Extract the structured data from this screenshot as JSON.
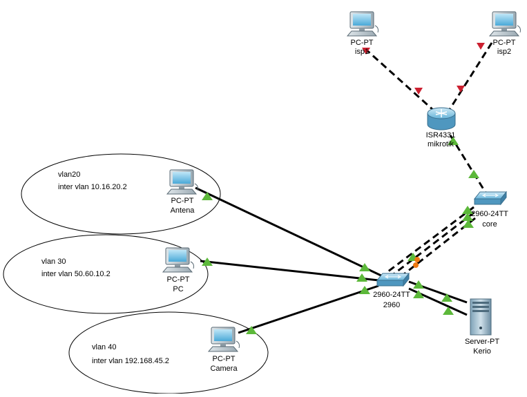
{
  "colors": {
    "link_solid": "#000000",
    "link_dashed": "#000000",
    "port_up": "#5cb83a",
    "port_down": "#cc2030",
    "port_pending": "#ee7a14",
    "highlight_text": "#e01010"
  },
  "devices": {
    "isp1": {
      "type": "PC-PT",
      "name": "isp1",
      "icon": "pc-icon"
    },
    "isp2": {
      "type": "PC-PT",
      "name": "isp2",
      "icon": "pc-icon"
    },
    "mikrotik": {
      "type": "ISR4331",
      "name": "mikrotik",
      "icon": "router-icon"
    },
    "core": {
      "type": "2960-24TT",
      "name": "core",
      "icon": "switch-icon"
    },
    "sw2960": {
      "type": "2960-24TT",
      "name": "2960",
      "icon": "switch-icon"
    },
    "antena": {
      "type": "PC-PT",
      "name": "Antena",
      "icon": "pc-icon"
    },
    "pc": {
      "type": "PC-PT",
      "name": "PC",
      "icon": "pc-icon"
    },
    "camera": {
      "type": "PC-PT",
      "name": "Camera",
      "icon": "pc-icon"
    },
    "kerio": {
      "type": "Server-PT",
      "name": "Kerio",
      "icon": "server-icon"
    }
  },
  "notes": {
    "vlan20": {
      "title": "vlan20",
      "detail": "inter vlan 10.16.20.2"
    },
    "vlan30": {
      "title": "vlan 30",
      "detail": "inter vlan 50.60.10.2"
    },
    "vlan40": {
      "title": "vlan 40",
      "detail": "inter vlan 192.168.45.2"
    }
  }
}
